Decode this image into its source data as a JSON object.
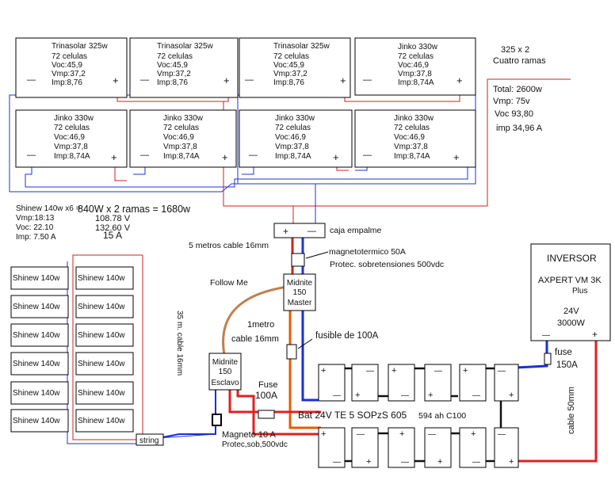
{
  "colors": {
    "positive": "#cc2222",
    "negative": "#2233cc",
    "brown": "#c08050",
    "orange": "#e65c00",
    "dark_blue": "#1a2fd6",
    "red_thick": "#e02020"
  },
  "panels": {
    "trina": [
      {
        "name": "Trinasolar 325w",
        "cells": "72 celulas",
        "voc": "Voc:45,9",
        "vmp": "Vmp:37,2",
        "imp": "Imp:8,76"
      },
      {
        "name": "Trinasolar 325w",
        "cells": "72 celulas",
        "voc": "Voc:45,9",
        "vmp": "Vmp:37,2",
        "imp": "Imp:8,76"
      },
      {
        "name": "Trinasolar 325w",
        "cells": "72 celulas",
        "voc": "Voc:45,9",
        "vmp": "Vmp:37,2",
        "imp": "Imp:8,76"
      }
    ],
    "jinko_top": {
      "name": "Jinko 330w",
      "cells": "72 celulas",
      "voc": "Voc:46,9",
      "vmp": "Vmp:37,8",
      "imp": "Imp:8,74A"
    },
    "jinko_bottom": [
      {
        "name": "Jinko 330w",
        "cells": "72 celulas",
        "voc": "Voc:46,9",
        "vmp": "Vmp:37,8",
        "imp": "Imp:8,74A"
      },
      {
        "name": "Jinko 330w",
        "cells": "72 celulas",
        "voc": "Voc:46,9",
        "vmp": "Vmp:37,8",
        "imp": "Imp:8,74A"
      },
      {
        "name": "Jinko 330w",
        "cells": "72 celulas",
        "voc": "Voc:46,9",
        "vmp": "Vmp:37,8",
        "imp": "Imp:8,74A"
      },
      {
        "name": "Jinko 330w",
        "cells": "72 celulas",
        "voc": "Voc:46,9",
        "vmp": "Vmp:37,8",
        "imp": "Imp:8,74A"
      }
    ]
  },
  "plus_sign": "+",
  "minus_sign": "—",
  "array_summary": {
    "config_line1": "325 x 2",
    "config_line2": "Cuatro ramas",
    "total": "Total:  2600w",
    "vmp": "Vmp: 75v",
    "voc": "Voc 93,80",
    "imp": "imp  34,96 A"
  },
  "shinew_summary": {
    "title": "Shinew 140w x6 =",
    "formula": "840W  x 2 ramas  =   1680w",
    "vmp_label": "Vmp:18:13",
    "vmp_value": "108.78  V",
    "voc_label": "Voc:  22.10",
    "voc_value": "132.60  V",
    "imp_label": "Imp:   7.50 A",
    "imp_value": "15    A"
  },
  "shinew_panel_label": "Shinew 140w",
  "labels": {
    "caja_empalme": "caja empalme",
    "cable_5m": "5 metros cable 16mm",
    "magnetotermico": "magnetotermico  50A",
    "protec_sobretensiones": "Protec. sobretensiones 500vdc",
    "follow_me": "Follow Me",
    "cable_35m": "35 m. cable 16mm",
    "cable_1m_line1": "1metro",
    "cable_1m_line2": "cable  16mm",
    "fusible_100a": "fusible de 100A",
    "fuse_100a_line1": "Fuse",
    "fuse_100a_line2": "100A",
    "magneto_10a_line1": "Magneto 10 A",
    "magneto_10a_line2": "Protec,sob,500vdc",
    "string": "string",
    "battery": "Bat 24V  TE 5 SOPzS 605",
    "battery_capacity": "594 ah C100",
    "fuse_150a_line1": "fuse",
    "fuse_150a_line2": "150A",
    "cable_50mm": "cable 50mm"
  },
  "midnite_master": {
    "line1": "Midnite",
    "line2": "150",
    "line3": "Master"
  },
  "midnite_slave": {
    "line1": "Midnite",
    "line2": "150",
    "line3": "Esclavo"
  },
  "inverter": {
    "title": "INVERSOR",
    "model_line1": "AXPERT VM 3K",
    "model_line2": "Plus",
    "voltage": "24V",
    "power": "3000W"
  }
}
